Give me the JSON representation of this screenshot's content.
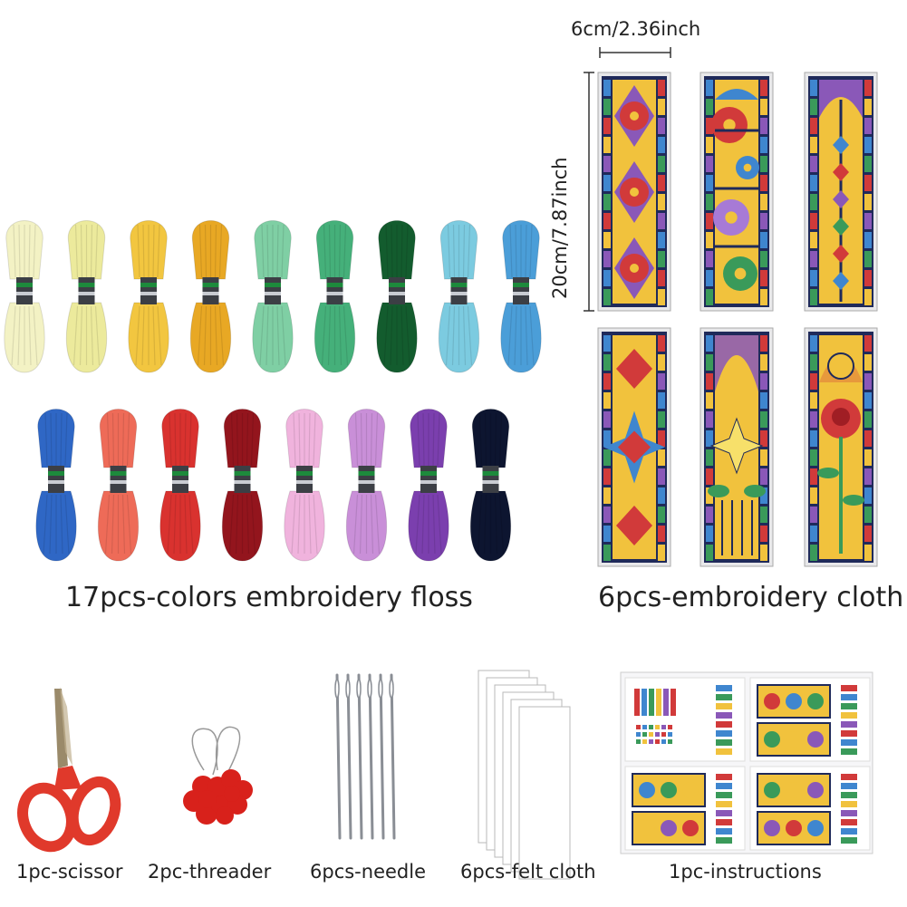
{
  "labels": {
    "floss": "17pcs-colors embroidery floss",
    "cloth": "6pcs-embroidery cloth",
    "width": "6cm/2.36inch",
    "height": "20cm/7.87inch",
    "scissor": "1pc-scissor",
    "threader": "2pc-threader",
    "needle": "6pcs-needle",
    "felt": "6pcs-felt cloth",
    "instructions": "1pc-instructions"
  },
  "floss_row1": [
    "#f3f2c4",
    "#ecea9c",
    "#f2c640",
    "#e8a824",
    "#7fcfa4",
    "#45b07a",
    "#135c2e",
    "#7ccbe0",
    "#4b9ed8"
  ],
  "floss_row2": [
    "#2f67c5",
    "#ee6b58",
    "#d9322f",
    "#93151d",
    "#f0b3dd",
    "#c98fd8",
    "#7b3fae",
    "#0d1530"
  ],
  "bookmark_colors": {
    "frame": "#1f2a5a",
    "gold": "#f1c23d",
    "blue": "#3f86cf",
    "red": "#d13a3a",
    "green": "#3a9a5a",
    "purple": "#8a58b8"
  },
  "accent": {
    "scissor": "#e0392b",
    "threader": "#d8211b"
  }
}
